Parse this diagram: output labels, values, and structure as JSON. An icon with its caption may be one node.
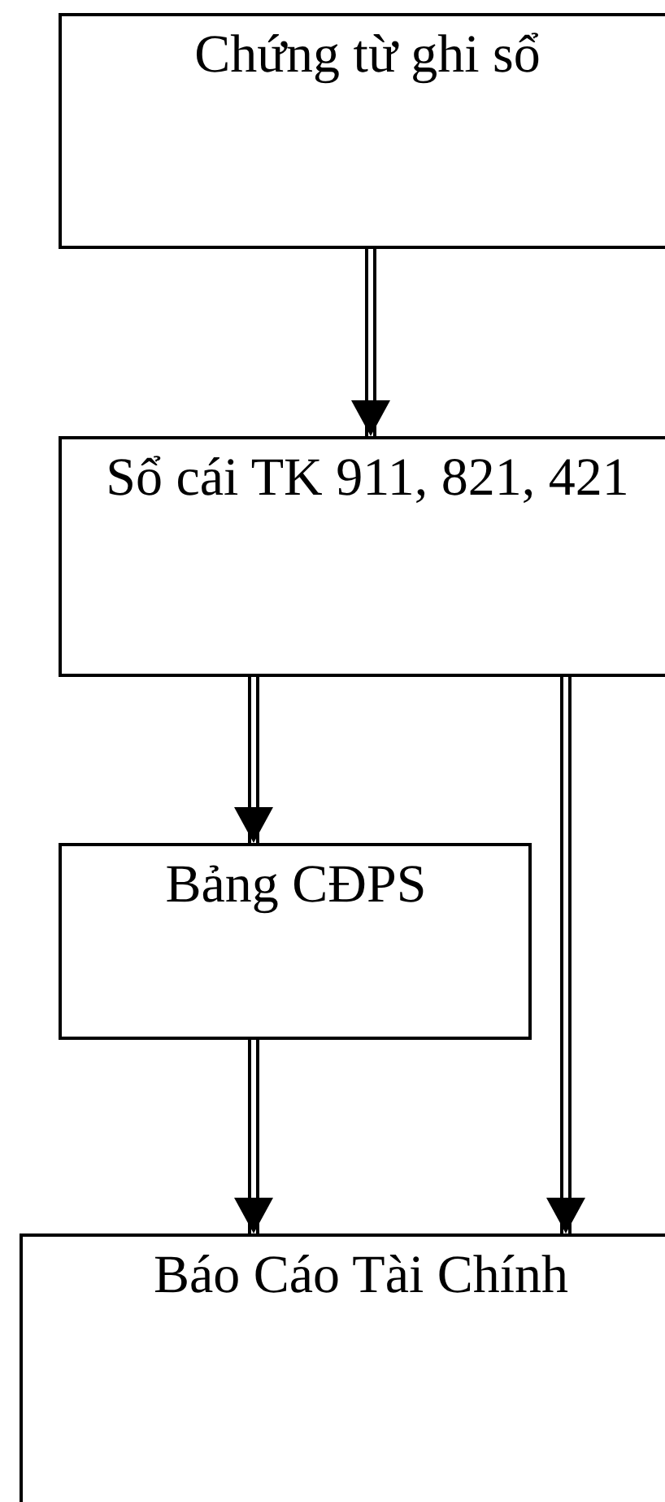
{
  "diagram": {
    "nodes": [
      {
        "text": [
          "Chứng từ ghi sổ"
        ]
      },
      {
        "text": [
          "Sổ cái TK 911, 821, 421"
        ]
      },
      {
        "text": [
          "Bảng CĐPS"
        ]
      },
      {
        "text": [
          "Báo Cáo Tài Chính"
        ]
      }
    ],
    "edges": [
      {
        "from": 0,
        "to": 1,
        "arrow": "to"
      },
      {
        "from": 1,
        "to": 2,
        "arrow": "to"
      },
      {
        "from": 2,
        "to": 3,
        "arrow": "to"
      },
      {
        "from": 1,
        "to": 3,
        "arrow": "to"
      }
    ]
  }
}
